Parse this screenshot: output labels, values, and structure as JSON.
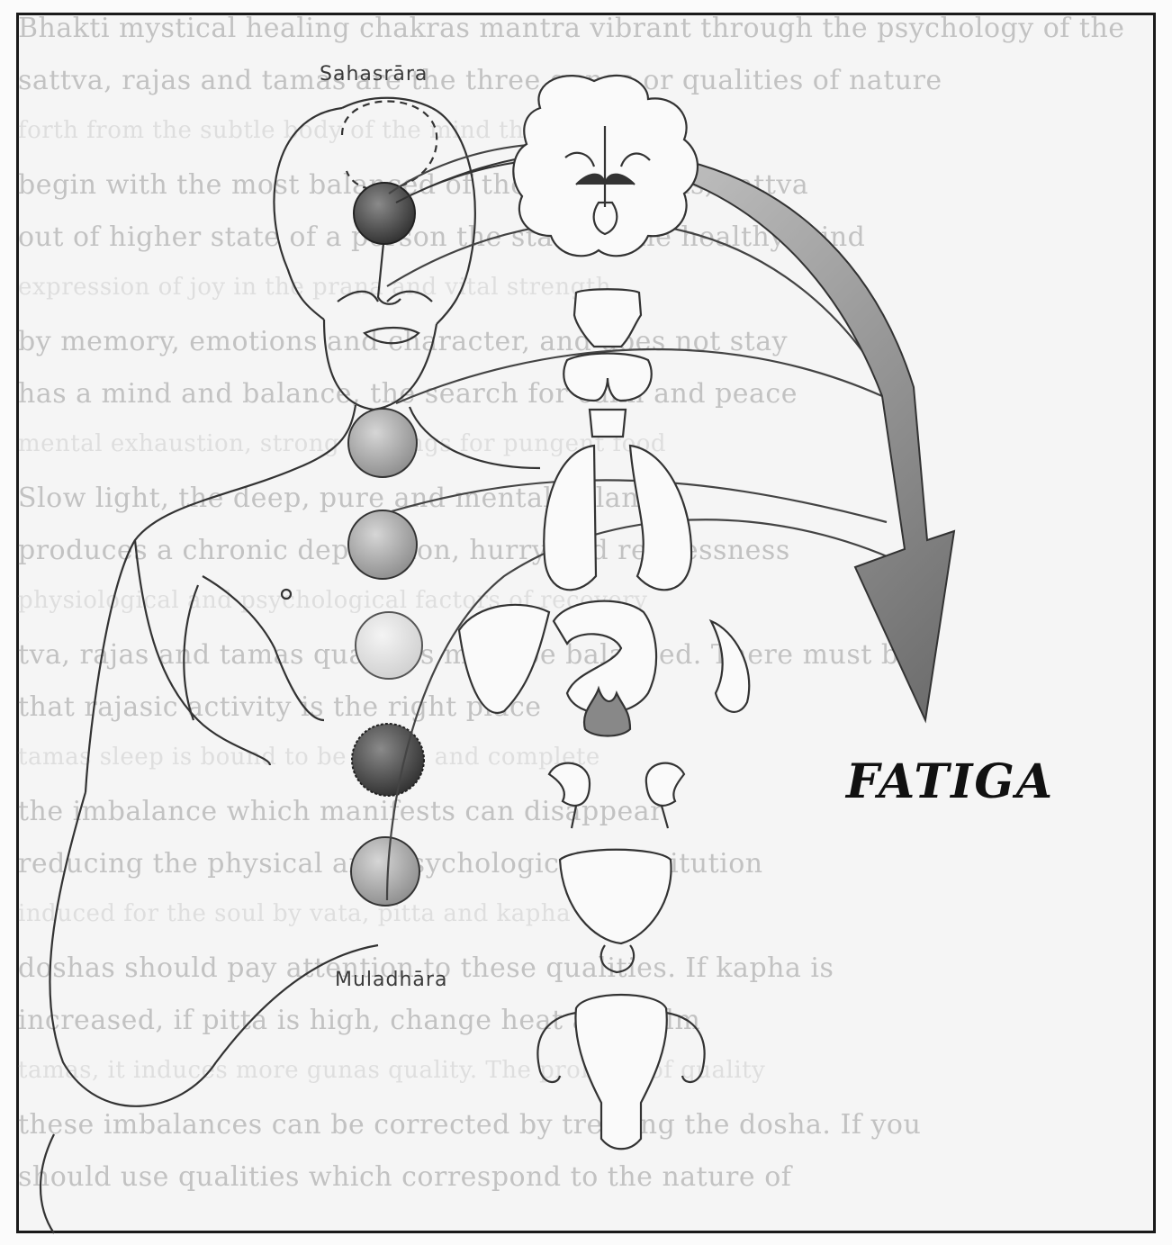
{
  "labels": {
    "top_chakra": "Sahasrāra",
    "bottom_chakra": "Muladhāra",
    "caption": "FATIGA"
  },
  "background_text": [
    "Bhakti mystical healing chakras mantra vibrant through the psychology of the",
    "sattva, rajas and tamas are the three gunas or qualities of nature",
    "forth from the subtle body of the mind the",
    "begin with the most balanced of the three gunas, sattva",
    "out of higher state of a person the state of the healthy mind",
    "expression of joy in the prana and vital strength",
    "by memory, emotions and character, and does not stay",
    "has a mind and balance, the search for calm and peace",
    "mental exhaustion, strong cravings for pungent food",
    "Slow light, the deep, pure and mental balance",
    "produces a chronic depression, hurry and restlessness",
    "physiological and psychological factors of recovery",
    "tva, rajas and tamas qualities must be balanced. There must be",
    "that rajasic activity is the right place",
    "tamas sleep is bound to be dense and complete",
    "the imbalance which manifests can disappear",
    "reducing the physical and psychological constitution",
    "induced for the soul by vata, pitta and kapha",
    "doshas should pay attention to these qualities. If kapha is",
    "increased, if pitta is high, change heat and calm",
    "tamas, it induces more gunas quality. The problem of quality",
    "these imbalances can be corrected by treating the dosha. If you",
    "should use qualities which correspond to the nature of"
  ]
}
